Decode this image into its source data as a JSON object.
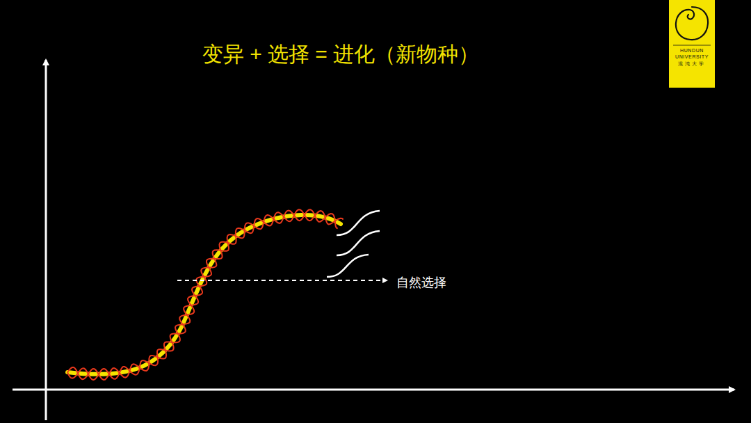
{
  "diagram": {
    "title": "变异 + 选择 = 进化（新物种）",
    "nodes": [
      {
        "text": [
          "HUNDUN UNIVERSITY",
          "混沌大学"
        ]
      }
    ],
    "labels": [
      "自然选择"
    ]
  }
}
